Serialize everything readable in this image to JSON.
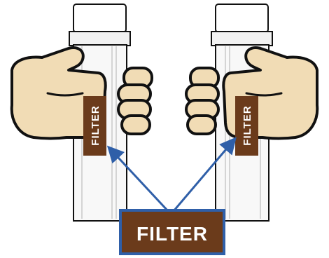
{
  "diagram": {
    "left_cartridge_label": "FILTER",
    "right_cartridge_label": "FILTER",
    "callout_label": "FILTER",
    "colors": {
      "label_fill": "#6b3b1b",
      "label_border": "#2f5fa8",
      "arrow": "#2f5fa8",
      "skin": "#f1dcb5",
      "outline": "#111111",
      "cartridge_body": "#f7f7f7",
      "cap": "#ffffff"
    }
  }
}
